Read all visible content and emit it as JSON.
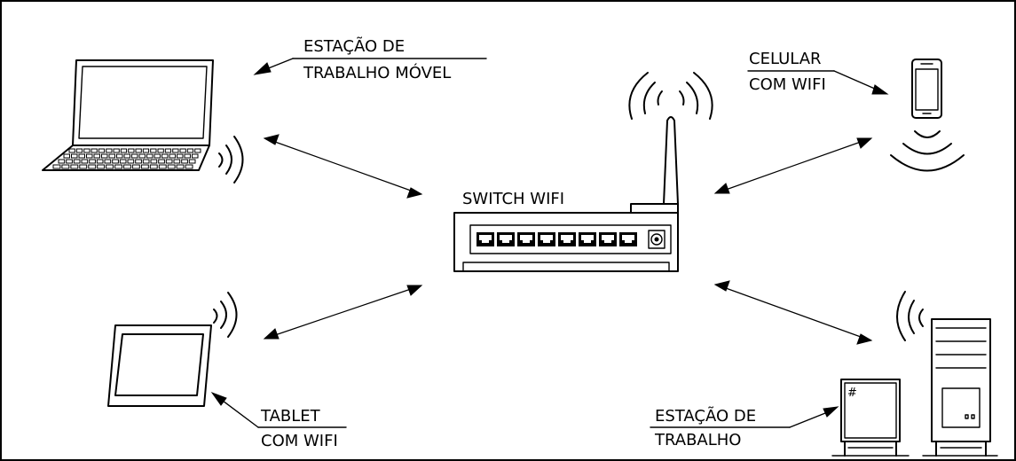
{
  "labels": {
    "switch": "SWITCH WIFI",
    "mobile_workstation": [
      "ESTAÇÃO DE",
      "TRABALHO MÓVEL"
    ],
    "cellphone": [
      "CELULAR",
      "COM WIFI"
    ],
    "tablet": [
      "TABLET",
      "COM WIFI"
    ],
    "workstation": [
      "ESTAÇÃO DE",
      "TRABALHO"
    ]
  },
  "colors": {
    "line": "#000000",
    "background": "#ffffff"
  }
}
